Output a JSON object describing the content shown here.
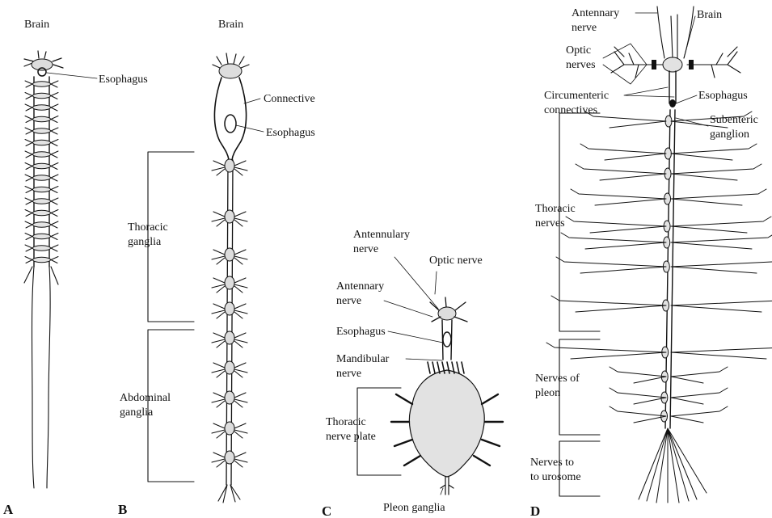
{
  "panels": {
    "A": {
      "letter": "A",
      "labels": {
        "brain": "Brain",
        "esophagus": "Esophagus"
      }
    },
    "B": {
      "letter": "B",
      "labels": {
        "brain": "Brain",
        "connective": "Connective",
        "esophagus": "Esophagus",
        "thoracic_1": "Thoracic",
        "thoracic_2": "ganglia",
        "abdominal_1": "Abdominal",
        "abdominal_2": "ganglia"
      }
    },
    "C": {
      "letter": "C",
      "labels": {
        "antennulary_1": "Antennulary",
        "antennulary_2": "nerve",
        "optic": "Optic nerve",
        "antennary_1": "Antennary",
        "antennary_2": "nerve",
        "esophagus": "Esophagus",
        "mandibular_1": "Mandibular",
        "mandibular_2": "nerve",
        "thoracic_1": "Thoracic",
        "thoracic_2": "nerve plate",
        "pleon": "Pleon ganglia"
      }
    },
    "D": {
      "letter": "D",
      "labels": {
        "antennary_1": "Antennary",
        "antennary_2": "nerve",
        "brain": "Brain",
        "optic_1": "Optic",
        "optic_2": "nerves",
        "circum_1": "Circumenteric",
        "circum_2": "connectives",
        "esophagus": "Esophagus",
        "subenteric_1": "Subenteric",
        "subenteric_2": "ganglion",
        "thoracic_1": "Thoracic",
        "thoracic_2": "nerves",
        "pleon_1": "Nerves of",
        "pleon_2": "pleon",
        "urosome_1": "Nerves to",
        "urosome_2": "to urosome"
      }
    }
  }
}
